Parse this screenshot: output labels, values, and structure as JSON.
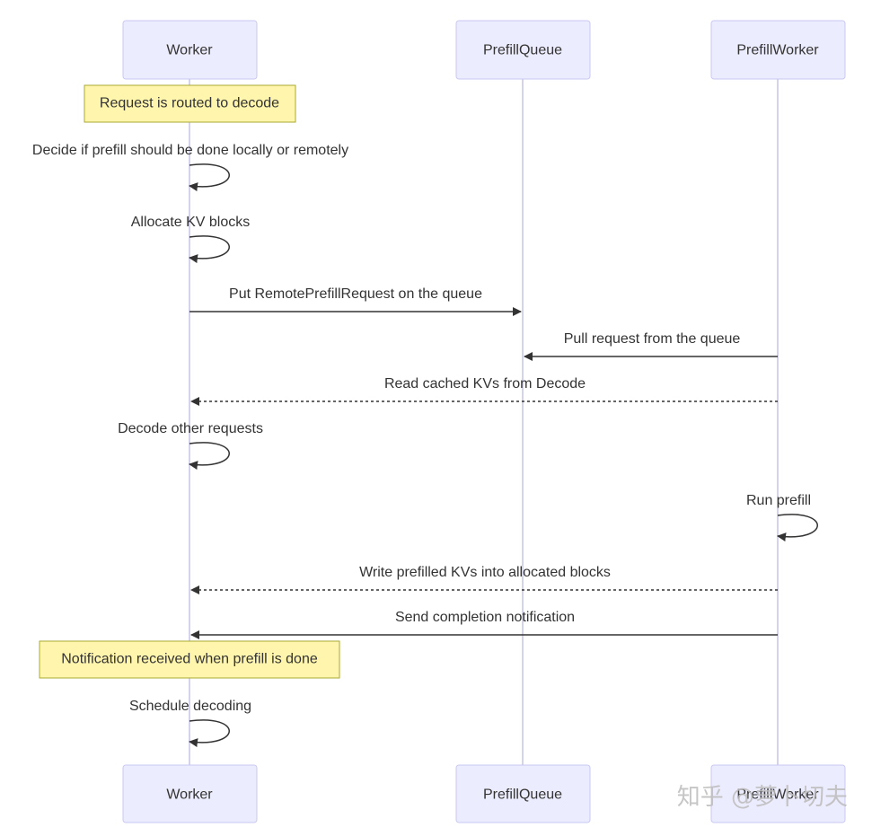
{
  "actors": [
    {
      "id": "worker",
      "label": "Worker"
    },
    {
      "id": "prefill_queue",
      "label": "PrefillQueue"
    },
    {
      "id": "prefill_worker",
      "label": "PrefillWorker"
    }
  ],
  "notes": [
    {
      "over": "worker",
      "text": "Request is routed to decode"
    },
    {
      "over": "worker",
      "text": "Notification received when prefill is done"
    }
  ],
  "messages": [
    {
      "from": "worker",
      "to": "worker",
      "text": "Decide if prefill should be done locally or remotely",
      "style": "solid"
    },
    {
      "from": "worker",
      "to": "worker",
      "text": "Allocate KV blocks",
      "style": "solid"
    },
    {
      "from": "worker",
      "to": "prefill_queue",
      "text": "Put RemotePrefillRequest on the queue",
      "style": "solid"
    },
    {
      "from": "prefill_worker",
      "to": "prefill_queue",
      "text": "Pull request from the queue",
      "style": "solid"
    },
    {
      "from": "prefill_worker",
      "to": "worker",
      "text": "Read cached KVs from Decode",
      "style": "dotted"
    },
    {
      "from": "worker",
      "to": "worker",
      "text": "Decode other requests",
      "style": "solid"
    },
    {
      "from": "prefill_worker",
      "to": "prefill_worker",
      "text": "Run prefill",
      "style": "solid"
    },
    {
      "from": "prefill_worker",
      "to": "worker",
      "text": "Write prefilled KVs into allocated blocks",
      "style": "dotted"
    },
    {
      "from": "prefill_worker",
      "to": "worker",
      "text": "Send completion notification",
      "style": "solid"
    },
    {
      "from": "worker",
      "to": "worker",
      "text": "Schedule decoding",
      "style": "solid"
    }
  ],
  "watermark": "知乎 @萝卜切夫"
}
